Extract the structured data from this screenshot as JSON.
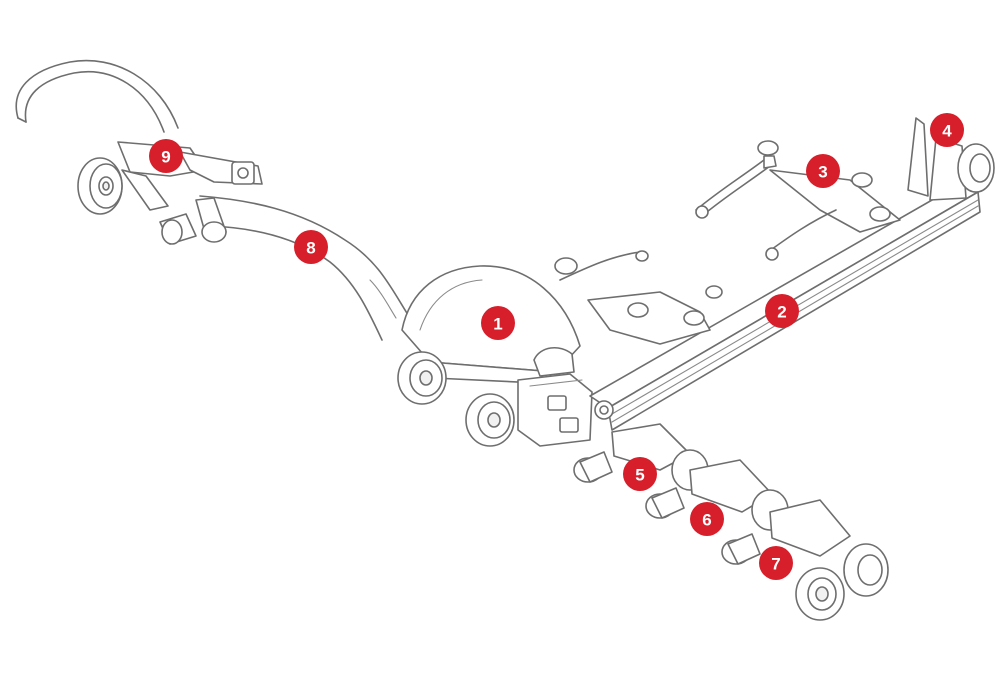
{
  "colors": {
    "accent": "#d71f2b",
    "line": "#6e6e6e",
    "background": "#ffffff"
  },
  "callouts": [
    {
      "id": "1",
      "label": "1"
    },
    {
      "id": "2",
      "label": "2"
    },
    {
      "id": "3",
      "label": "3"
    },
    {
      "id": "4",
      "label": "4"
    },
    {
      "id": "5",
      "label": "5"
    },
    {
      "id": "6",
      "label": "6"
    },
    {
      "id": "7",
      "label": "7"
    },
    {
      "id": "8",
      "label": "8"
    },
    {
      "id": "9",
      "label": "9"
    }
  ]
}
